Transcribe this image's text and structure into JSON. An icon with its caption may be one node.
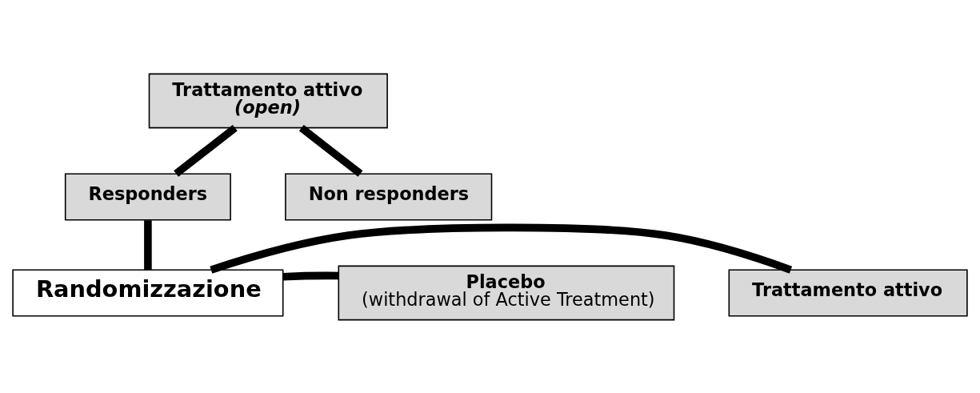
{
  "diagram": {
    "nodes": [
      {
        "text": [
          "Trattamento attivo",
          "(open)"
        ]
      },
      {
        "text": [
          "Non responders"
        ]
      },
      {
        "text": [
          "Responders"
        ]
      },
      {
        "text": [
          "Randomizzazione"
        ]
      },
      {
        "text": [
          "Trattamento attivo"
        ]
      },
      {
        "text": [
          "Placebo",
          "(withdrawal of Active Treatment)"
        ]
      }
    ],
    "edges": [
      {
        "from": 0,
        "to": 2,
        "arrow": "none"
      },
      {
        "from": 0,
        "to": 1,
        "arrow": "none"
      },
      {
        "from": 2,
        "to": 3,
        "arrow": "none"
      },
      {
        "from": 3,
        "to": 4,
        "arrow": "none"
      },
      {
        "from": 3,
        "to": 5,
        "arrow": "none"
      }
    ]
  }
}
